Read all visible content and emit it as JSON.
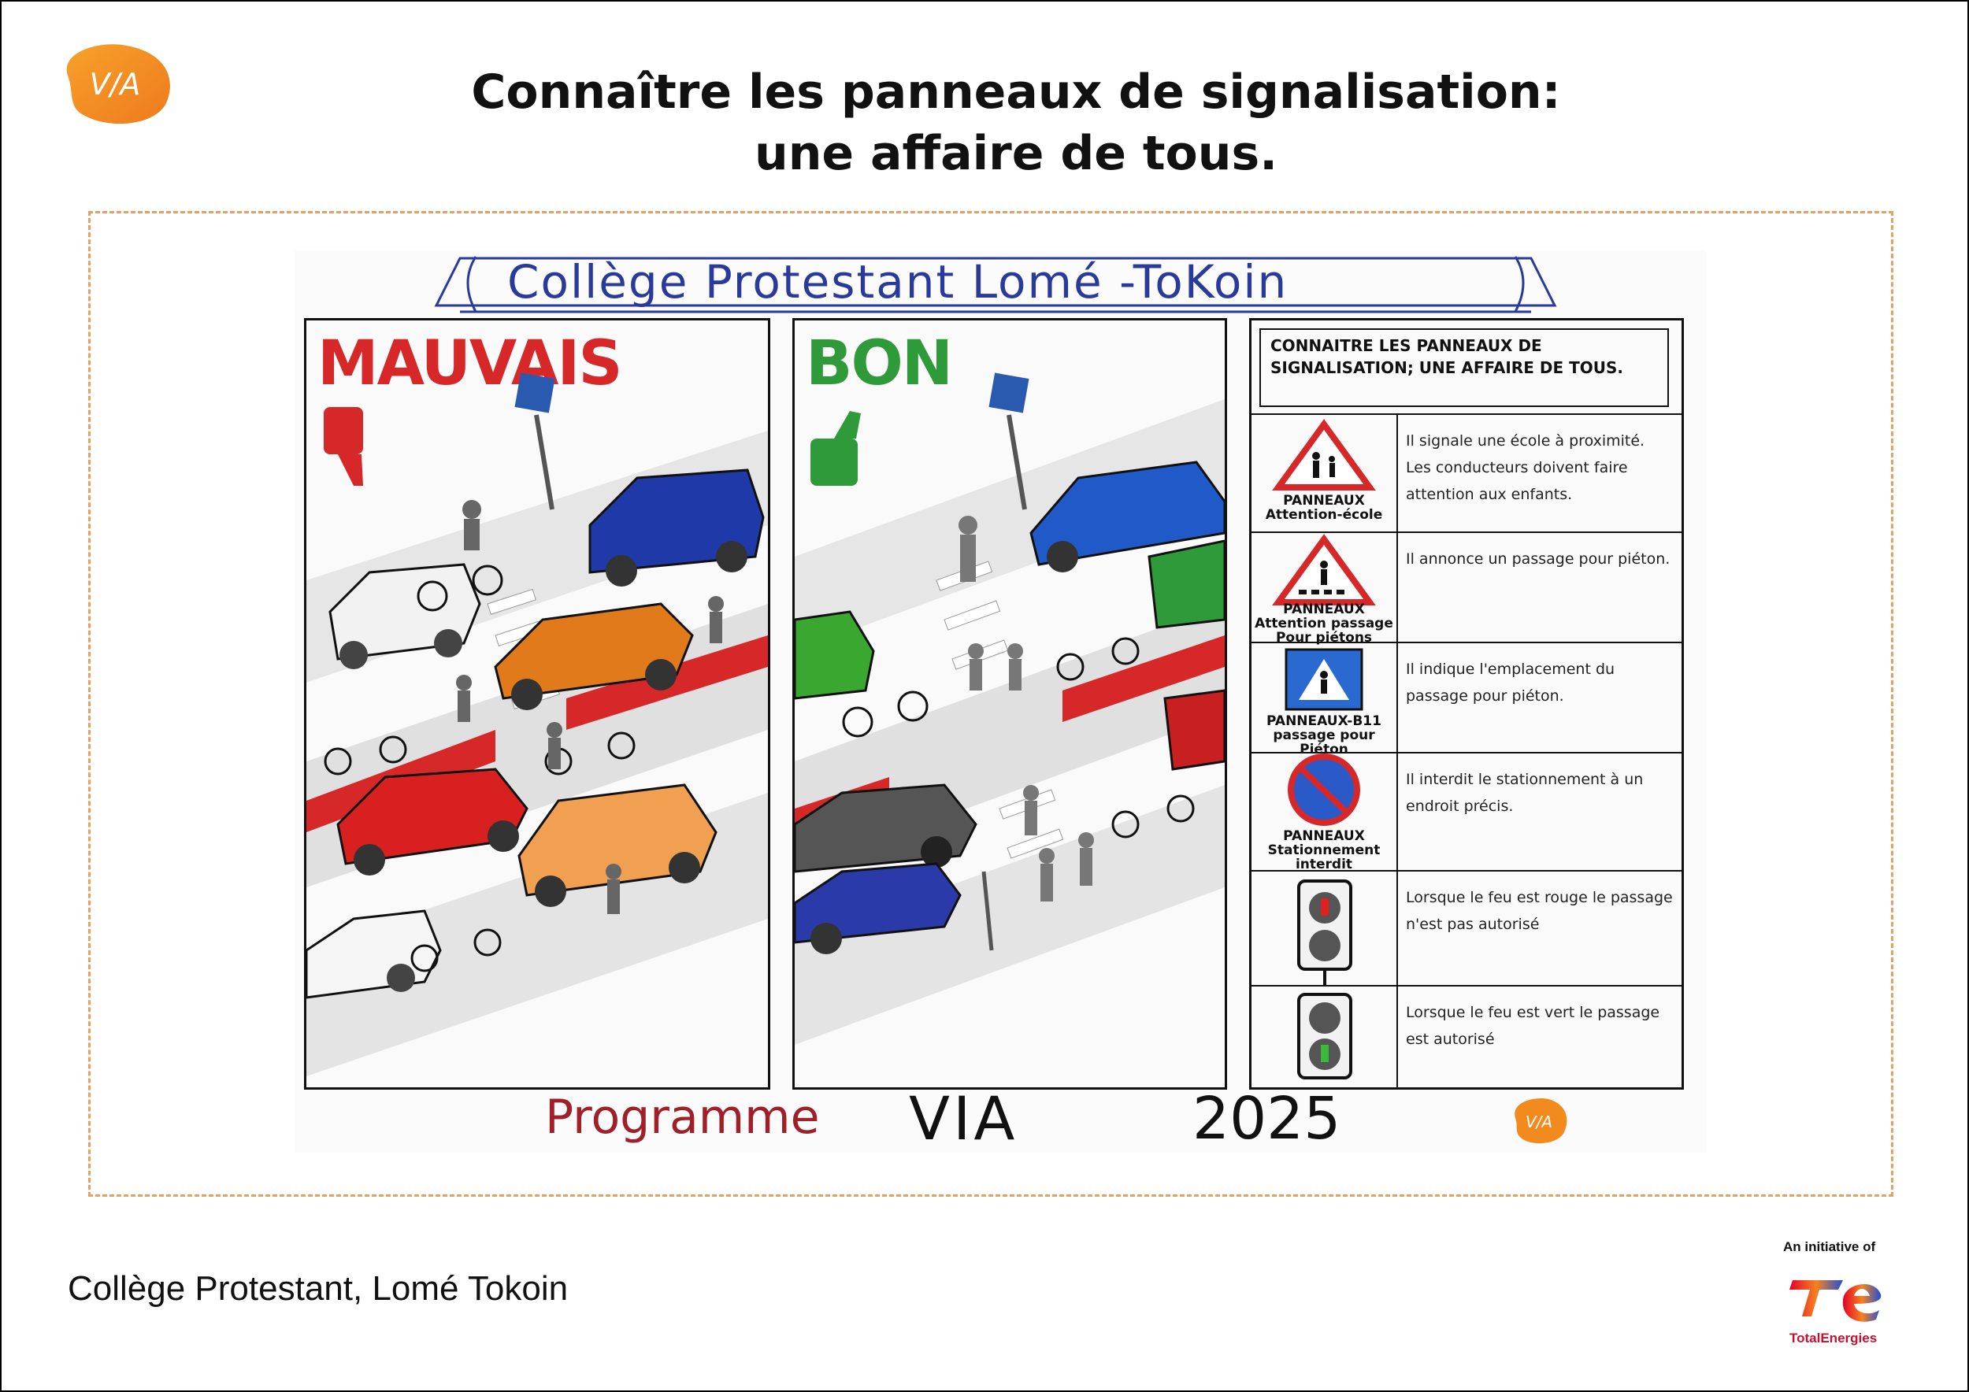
{
  "header": {
    "logo_text": "V/A",
    "title_line1": "Connaître les panneaux de signalisation:",
    "title_line2": "une affaire de tous."
  },
  "artwork": {
    "banner": "Collège Protestant Lomé -ToKoin",
    "bad_label": "MAUVAIS",
    "good_label": "BON",
    "table_title": "CONNAITRE LES PANNEAUX DE SIGNALISATION; UNE AFFAIRE DE TOUS.",
    "rows": [
      {
        "sign_label": "PANNEAUX Attention-école",
        "description": "Il signale une école à proximité. Les conducteurs doivent faire attention aux enfants."
      },
      {
        "sign_label": "PANNEAUX Attention passage Pour piétons",
        "description": "Il annonce un passage pour piéton."
      },
      {
        "sign_label": "PANNEAUX-B11 passage pour Piéton",
        "description": "Il indique l'emplacement du passage pour piéton."
      },
      {
        "sign_label": "PANNEAUX Stationnement interdit",
        "description": "Il interdit le stationnement à un endroit précis."
      },
      {
        "sign_label": "",
        "description": "Lorsque le feu est rouge le passage n'est pas autorisé"
      },
      {
        "sign_label": "",
        "description": "Lorsque le feu est vert le passage est autorisé"
      }
    ],
    "footer_programme": "Programme",
    "footer_via": "VIA",
    "footer_year": "2025",
    "footer_logo_text": "V/A"
  },
  "caption": "Collège Protestant, Lomé Tokoin",
  "sponsor": {
    "initiative": "An initiative of",
    "name": "TotalEnergies"
  },
  "colors": {
    "accent_orange": "#f28a1e",
    "dash_orange": "#e8a060",
    "bad_red": "#d62828",
    "good_green": "#2e9a3a",
    "banner_blue": "#2a3a9a"
  }
}
